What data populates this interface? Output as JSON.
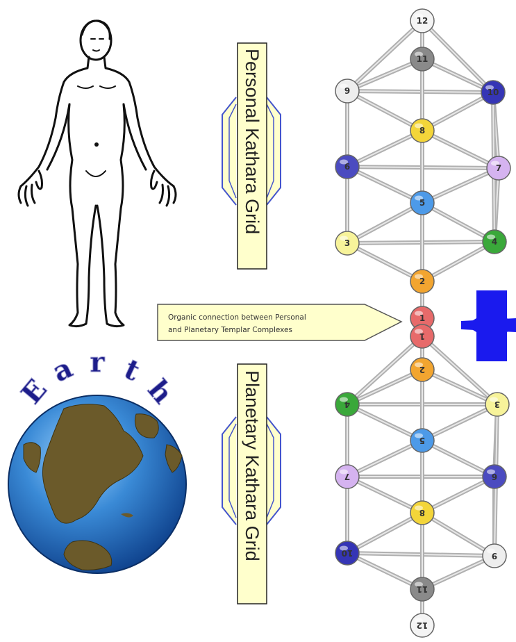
{
  "labels": {
    "personal_grid": "Personal Kathara Grid",
    "planetary_grid": "Planetary Kathara Grid",
    "callout_line1": "Organic connection between Personal",
    "callout_line2": "and Planetary Templar Complexes",
    "earth_word": "Earth"
  },
  "colors": {
    "label_box": "#ffffcc",
    "arrow_fill": "#ffffcc",
    "arrow_stroke": "#4455cc",
    "grid_line": "#b0b0b0",
    "connector_block": "#1a1aee",
    "ocean": "#3a8ad6",
    "land": "#6b5a2a",
    "earth_text": "#1d1d8a"
  },
  "grid_top_nodes": [
    {
      "label": "12",
      "color": "#f4f4f4"
    },
    {
      "label": "11",
      "color": "#8a8a8a"
    },
    {
      "label": "9",
      "color": "#eeeeee"
    },
    {
      "label": "10",
      "color": "#3535b5"
    },
    {
      "label": "8",
      "color": "#f3d53a"
    },
    {
      "label": "6",
      "color": "#4b4bc0"
    },
    {
      "label": "7",
      "color": "#d5b3f0"
    },
    {
      "label": "5",
      "color": "#4d9ae8"
    },
    {
      "label": "3",
      "color": "#f7f39a"
    },
    {
      "label": "4",
      "color": "#3aa83a"
    },
    {
      "label": "2",
      "color": "#f2a530"
    },
    {
      "label": "1",
      "color": "#e76a6a"
    }
  ],
  "grid_bottom_nodes": [
    {
      "label": "1",
      "color": "#e76a6a"
    },
    {
      "label": "2",
      "color": "#f2a530"
    },
    {
      "label": "4",
      "color": "#3aa83a"
    },
    {
      "label": "3",
      "color": "#f7f39a"
    },
    {
      "label": "5",
      "color": "#4d9ae8"
    },
    {
      "label": "7",
      "color": "#d5b3f0"
    },
    {
      "label": "6",
      "color": "#4b4bc0"
    },
    {
      "label": "8",
      "color": "#f3d53a"
    },
    {
      "label": "10",
      "color": "#3535b5"
    },
    {
      "label": "9",
      "color": "#eeeeee"
    },
    {
      "label": "11",
      "color": "#8a8a8a"
    },
    {
      "label": "12",
      "color": "#f4f4f4"
    }
  ]
}
